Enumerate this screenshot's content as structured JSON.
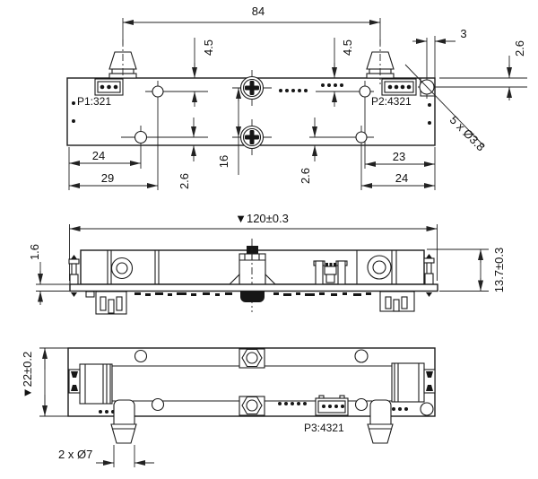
{
  "drawing": {
    "type": "mechanical-orthographic-drawing",
    "colors": {
      "line": "#1b1b1b",
      "background": "#ffffff"
    },
    "views": {
      "top": {
        "dims": {
          "span_84": "84",
          "offset_left_45": "4.5",
          "offset_right_45": "4.5",
          "corner_3": "3",
          "corner_26": "2.6",
          "holes_callout": "5 x Ø3.8",
          "screw_pitch_16": "16",
          "bottom_left_26": "2.6",
          "bottom_right_26": "2.6",
          "hole_24_left": "24",
          "hole_29_left": "29",
          "hole_23_right": "23",
          "hole_24_right": "24"
        },
        "connectors": {
          "p1": "P1:321",
          "p2": "P2:4321"
        }
      },
      "side": {
        "dims": {
          "overall_width": "▼120±0.3",
          "pcb_thickness": "1.6",
          "overall_height": "13.7±0.3"
        }
      },
      "bottom": {
        "dims": {
          "overall_depth": "▼22±0.2",
          "feet_callout": "2 x Ø7"
        },
        "connectors": {
          "p3": "P3:4321"
        }
      }
    }
  }
}
